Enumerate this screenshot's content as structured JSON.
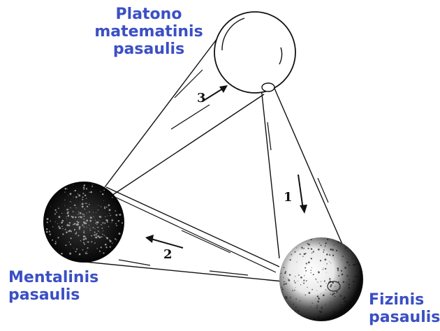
{
  "diagram": {
    "worlds": {
      "platonic": {
        "lines": [
          "Platono",
          "matematinis",
          "pasaulis"
        ]
      },
      "mental": {
        "lines": [
          "Mentalinis",
          "pasaulis"
        ]
      },
      "physical": {
        "lines": [
          "Fizinis",
          "pasaulis"
        ]
      }
    },
    "arrows": {
      "one": "1",
      "two": "2",
      "three": "3"
    },
    "colors": {
      "label": "#3b4fc4",
      "ink": "#111111"
    }
  }
}
